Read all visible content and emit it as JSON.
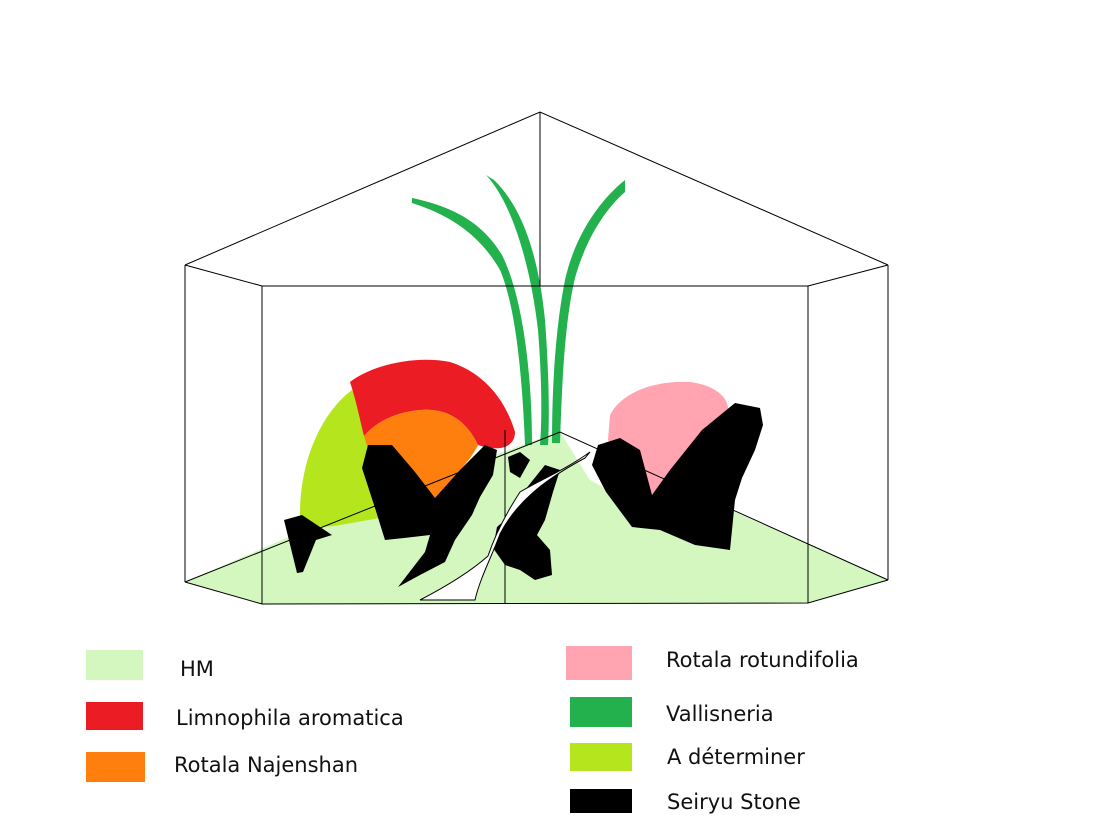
{
  "colors": {
    "background": "#ffffff",
    "outline": "#000000",
    "hm": "#d4f7c0",
    "limnophila": "#ec1c24",
    "rotala_najenshan": "#ff7f0e",
    "rotala_rotundifolia": "#ffa4b0",
    "vallisneria": "#22b14c",
    "a_determiner": "#b5e61d",
    "seiryu_stone": "#000000"
  },
  "legend": {
    "hm": "HM",
    "limnophila": "Limnophila aromatica",
    "rotala_najenshan": "Rotala Najenshan",
    "rotala_rotundifolia": "Rotala rotundifolia",
    "vallisneria": "Vallisneria",
    "a_determiner": "A déterminer",
    "seiryu_stone": "Seiryu Stone"
  }
}
